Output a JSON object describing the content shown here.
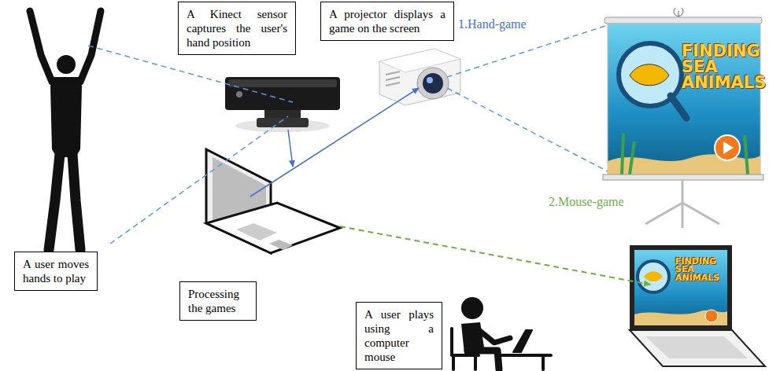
{
  "diagram": {
    "nodes": [
      {
        "text": [
          "A Kinect sensor captures the user's hand position"
        ]
      },
      {
        "text": [
          "A projector displays a game on the screen"
        ]
      },
      {
        "text": [
          "A user moves hands to play"
        ]
      },
      {
        "text": [
          "Processing the games"
        ]
      },
      {
        "text": [
          "A user plays using a computer mouse"
        ]
      }
    ],
    "labels": [
      "1.Hand-game",
      "2.Mouse-game",
      "FINDING SEA ANIMALS",
      "FINDING SEA ANIMALS"
    ]
  }
}
